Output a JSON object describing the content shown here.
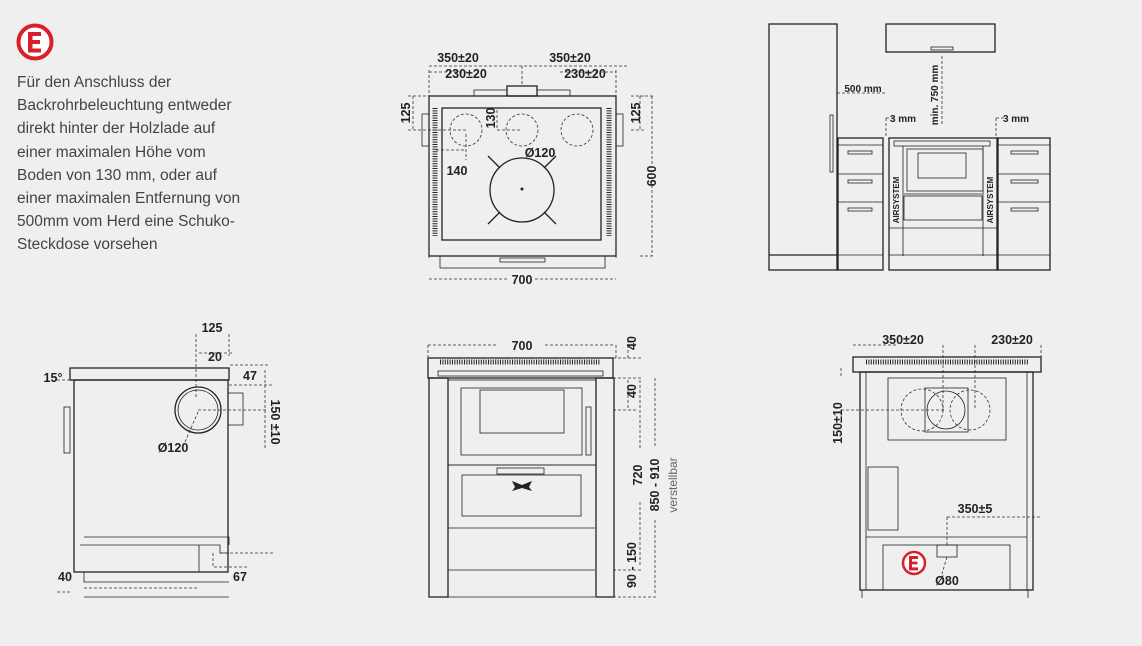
{
  "note": {
    "icon": "electric-E-icon",
    "lines": [
      "Für den Anschluss der",
      "Backrohrbeleuchtung entweder",
      "direkt hinter der Holzlade auf",
      "einer maximalen Höhe vom",
      "Boden von 130 mm, oder auf",
      "einer maximalen Entfernung von",
      "500mm vom Herd eine Schuko-",
      "Steckdose vorsehen"
    ]
  },
  "colors": {
    "accent": "#d7202a",
    "line": "#222222",
    "background": "#efefef"
  },
  "top_view": {
    "dim_350_left": "350±20",
    "dim_350_right": "350±20",
    "dim_230_left": "230±20",
    "dim_230_right": "230±20",
    "dim_125_left": "125",
    "dim_125_right": "125",
    "dim_130": "130",
    "dim_diameter": "Ø120",
    "dim_140": "140",
    "dim_600": "600",
    "dim_700": "700"
  },
  "kitchen_view": {
    "dim_500": "500 mm",
    "dim_3_left": "3 mm",
    "dim_3_right": "3 mm",
    "dim_750": "min. 750 mm",
    "airsystem_left": "AIRSYSTEM",
    "airsystem_right": "AIRSYSTEM"
  },
  "side_view": {
    "dim_125": "125",
    "dim_20": "20",
    "dim_47": "47",
    "dim_150": "150 ±10",
    "dim_diameter": "Ø120",
    "dim_angle": "15°",
    "dim_40": "40",
    "dim_67": "67"
  },
  "front_view": {
    "dim_700": "700",
    "dim_40_top": "40",
    "dim_40_second": "40",
    "dim_720": "720",
    "dim_850": "850 - 910",
    "dim_verstellbar": "verstellbar",
    "dim_90": "90 - 150"
  },
  "back_view": {
    "dim_350": "350±20",
    "dim_230": "230±20",
    "dim_150": "150±10",
    "dim_350_5": "350±5",
    "dim_diameter": "Ø80"
  }
}
